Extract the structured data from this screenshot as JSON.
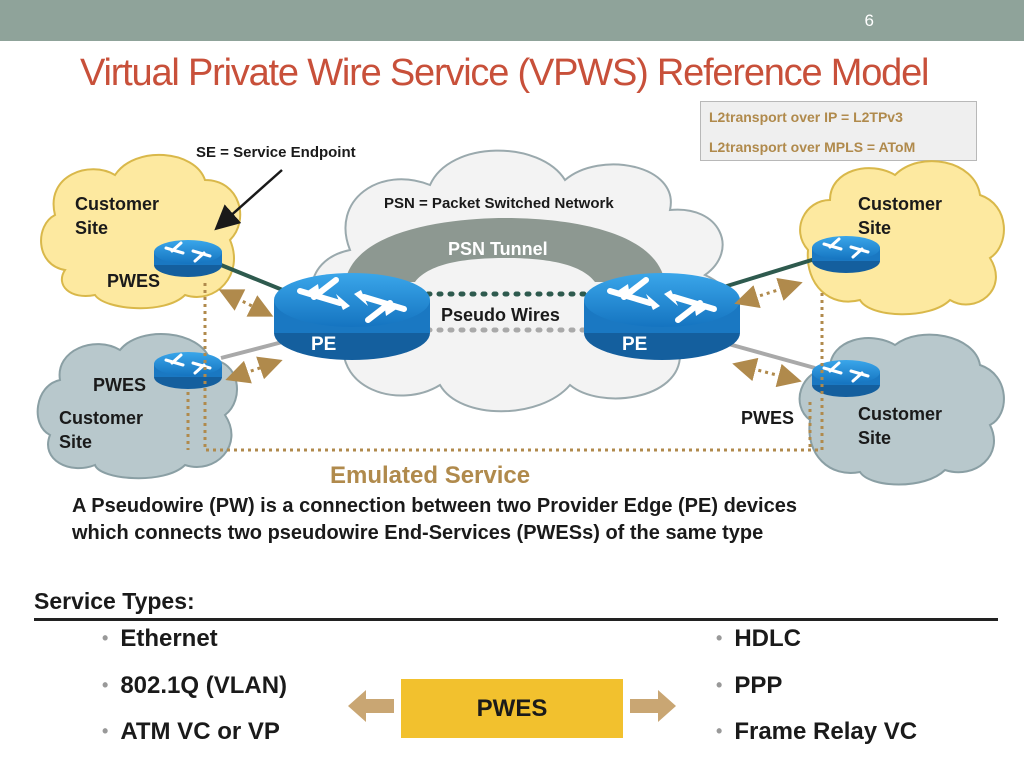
{
  "slide": {
    "number": "6"
  },
  "title": "Virtual Private Wire Service (VPWS) Reference Model",
  "legend": {
    "line1": "L2transport over IP = L2TPv3",
    "line2": "L2transport over MPLS = AToM"
  },
  "diagram": {
    "se_note": "SE = Service Endpoint",
    "psn_note": "PSN = Packet Switched Network",
    "psn_tunnel": "PSN Tunnel",
    "pseudo_wires": "Pseudo Wires",
    "pe_left": "PE",
    "pe_right": "PE",
    "sites": {
      "top_left": {
        "line1": "Customer",
        "line2": "Site",
        "pwes": "PWES"
      },
      "bottom_left": {
        "line1": "Customer",
        "line2": "Site",
        "pwes": "PWES"
      },
      "top_right": {
        "line1": "Customer",
        "line2": "Site"
      },
      "bottom_right": {
        "line1": "Customer",
        "line2": "Site",
        "pwes": "PWES"
      }
    },
    "emulated_service": "Emulated Service"
  },
  "description": {
    "line1": "A Pseudowire (PW) is a connection between two Provider Edge (PE) devices",
    "line2": "which connects two pseudowire End-Services (PWESs) of the same type"
  },
  "service_types": {
    "title": "Service Types:",
    "left": [
      "Ethernet",
      "802.1Q (VLAN)",
      "ATM VC or VP"
    ],
    "right": [
      "HDLC",
      "PPP",
      "Frame Relay VC"
    ],
    "center_label": "PWES"
  },
  "colors": {
    "title": "#c8503a",
    "accent_tan": "#b08a4c",
    "top_bar": "#8fa39a",
    "router_blue": "#1f8fd6",
    "site_yellow": "#fde9a0",
    "site_blue": "#b8c8cc",
    "pwes_box": "#f2c12e"
  }
}
